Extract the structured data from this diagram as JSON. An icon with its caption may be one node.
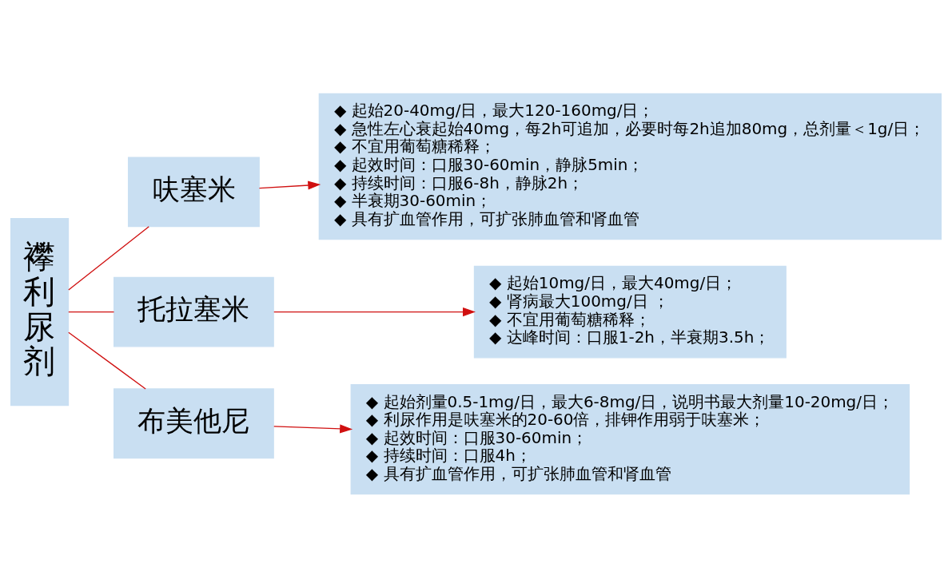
{
  "diagram": {
    "nodes": [
      {
        "text": [
          "襻利尿剂"
        ]
      },
      {
        "text": [
          "呋塞米"
        ]
      },
      {
        "text": [
          "托拉塞米"
        ]
      },
      {
        "text": [
          "布美他尼"
        ]
      },
      {
        "text": [
          "◆ 起始20-40mg/日，最大120-160mg/日；",
          "◆ 急性左心衰起始40mg，每2h可追加，必要时每2h追加80mg，总剂量＜1g/日；",
          "◆ 不宜用葡萄糖稀释；",
          "◆ 起效时间：口服30-60min，静脉5min；",
          "◆ 持续时间：口服6-8h，静脉2h；",
          "◆ 半衰期30-60min；",
          "◆ 具有扩血管作用，可扩张肺血管和肾血管"
        ]
      },
      {
        "text": [
          "◆ 起始10mg/日，最大40mg/日；",
          "◆ 肾病最大100mg/日 ；",
          "◆ 不宜用葡萄糖稀释；",
          "◆ 达峰时间：口服1-2h，半衰期3.5h；"
        ]
      },
      {
        "text": [
          "◆ 起始剂量0.5-1mg/日，最大6-8mg/日，说明书最大剂量10-20mg/日；",
          "◆ 利尿作用是呋塞米的20-60倍，排钾作用弱于呋塞米；",
          "◆ 起效时间：口服30-60min；",
          "◆ 持续时间：口服4h；",
          "◆ 具有扩血管作用，可扩张肺血管和肾血管"
        ]
      }
    ],
    "edges": [
      {
        "from": 0,
        "to": 1,
        "arrow": "none"
      },
      {
        "from": 0,
        "to": 2,
        "arrow": "none"
      },
      {
        "from": 0,
        "to": 3,
        "arrow": "none"
      },
      {
        "from": 1,
        "to": 4,
        "arrow": "to"
      },
      {
        "from": 2,
        "to": 5,
        "arrow": "to"
      },
      {
        "from": 3,
        "to": 6,
        "arrow": "to"
      }
    ]
  }
}
